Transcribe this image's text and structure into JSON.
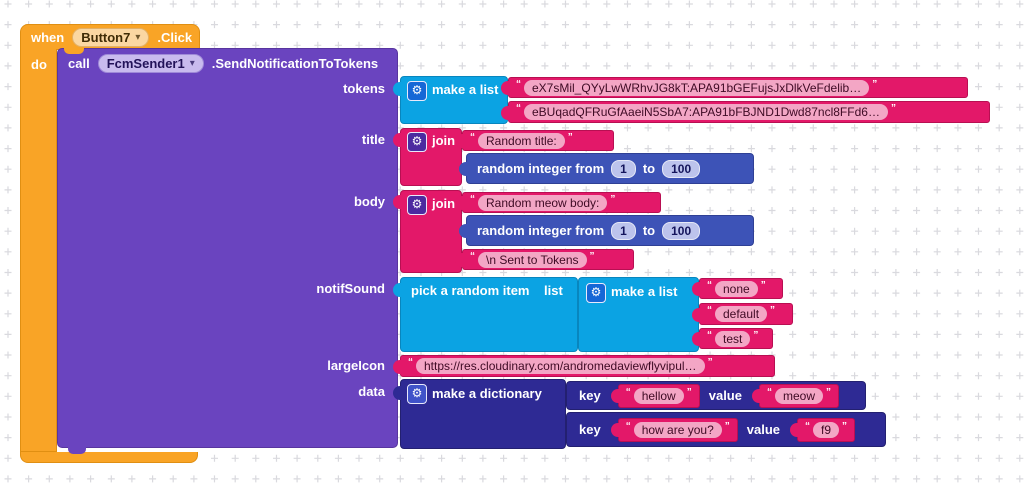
{
  "workspace": {
    "when_block": {
      "when_label": "when",
      "component": "Button7",
      "event_label": ".Click",
      "do_label": "do"
    },
    "call_block": {
      "call_label": "call",
      "component": "FcmSender1",
      "method_label": ".SendNotificationToTokens",
      "param_labels": {
        "tokens": "tokens",
        "title": "title",
        "body": "body",
        "notif_sound": "notifSound",
        "large_icon": "largeIcon",
        "data": "data"
      }
    },
    "tokens_arg": {
      "make_list_label": "make a list",
      "items": [
        "eX7sMil_QYyLwWRhvJG8kT:APA91bGEFujsJxDlkVeFdelib…",
        "eBUqadQFRuGfAaeiN5SbA7:APA91bFBJND1Dwd87ncl8FFd6…"
      ]
    },
    "title_arg": {
      "join_label": "join",
      "text": "Random title:",
      "random_integer": {
        "from_label": "random integer from",
        "from_value": "1",
        "to_label": "to",
        "to_value": "100"
      }
    },
    "body_arg": {
      "join_label": "join",
      "text": "Random meow body:",
      "random_integer": {
        "from_label": "random integer from",
        "from_value": "1",
        "to_label": "to",
        "to_value": "100"
      },
      "suffix_text": "\\n Sent to Tokens"
    },
    "notif_sound_arg": {
      "pick_label": "pick a random item",
      "list_label": "list",
      "make_list_label": "make a list",
      "options": [
        "none",
        "default",
        "test"
      ]
    },
    "large_icon_arg": {
      "url_text": "https://res.cloudinary.com/andromedaviewflyvipul…"
    },
    "data_arg": {
      "make_dict_label": "make a dictionary",
      "pairs": [
        {
          "key_label": "key",
          "key_text": "hellow",
          "value_label": "value",
          "value_text": "meow"
        },
        {
          "key_label": "key",
          "key_text": "how are you?",
          "value_label": "value",
          "value_text": "f9"
        }
      ]
    }
  },
  "colors": {
    "event_orange": "#F9A426",
    "procedure_purple": "#6A44BF",
    "text_pink": "#E31869",
    "list_cyan": "#0BA3E3",
    "math_blue": "#3D53B7",
    "dictionary_navy": "#2E2A94",
    "grid_plus": "#D9D9DE"
  }
}
